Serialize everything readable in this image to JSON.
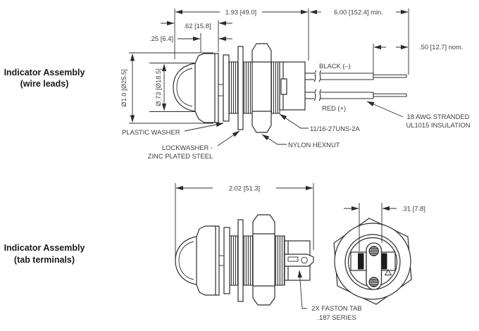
{
  "diagram": {
    "views": {
      "wire_leads": {
        "title": "Indicator Assembly",
        "subtitle": "(wire leads)",
        "dimensions": {
          "overall_length": "1.93 [49.0]",
          "lead_length": "6.00 [152.4] min.",
          "bezel_depth": ".62 [15.8]",
          "flange_thickness": ".25 [6.4]",
          "bezel_diameter": "Ø1.0 [Ø25.5]",
          "lens_diameter": "Ø.73 [Ø18.5]",
          "strip_length": ".50 [12.7] nom."
        },
        "wire_labels": {
          "negative": "BLACK (–)",
          "positive": "RED (+)"
        },
        "part_labels": {
          "plastic_washer": "PLASTIC WASHER",
          "lockwasher_line1": "LOCKWASHER -",
          "lockwasher_line2": "ZINC PLATED STEEL",
          "nylon_hexnut": "NYLON HEXNUT",
          "thread_spec": "11/16-27UNS-2A",
          "wire_spec_line1": "18 AWG STRANDED",
          "wire_spec_line2": "UL1015 INSULATION"
        }
      },
      "tab_terminals": {
        "title": "Indicator Assembly",
        "subtitle": "(tab terminals)",
        "dimensions": {
          "overall_length": "2.02 [51.3]",
          "tab_spacing": ".31 [7.8]"
        },
        "part_labels": {
          "faston_line1": "2X FASTON TAB",
          "faston_line2": ".187 SERIES"
        }
      }
    },
    "colors": {
      "line": "#2d2d2d",
      "label": "#3d3d3d",
      "title": "#1a1a1a",
      "background": "#ffffff"
    }
  }
}
